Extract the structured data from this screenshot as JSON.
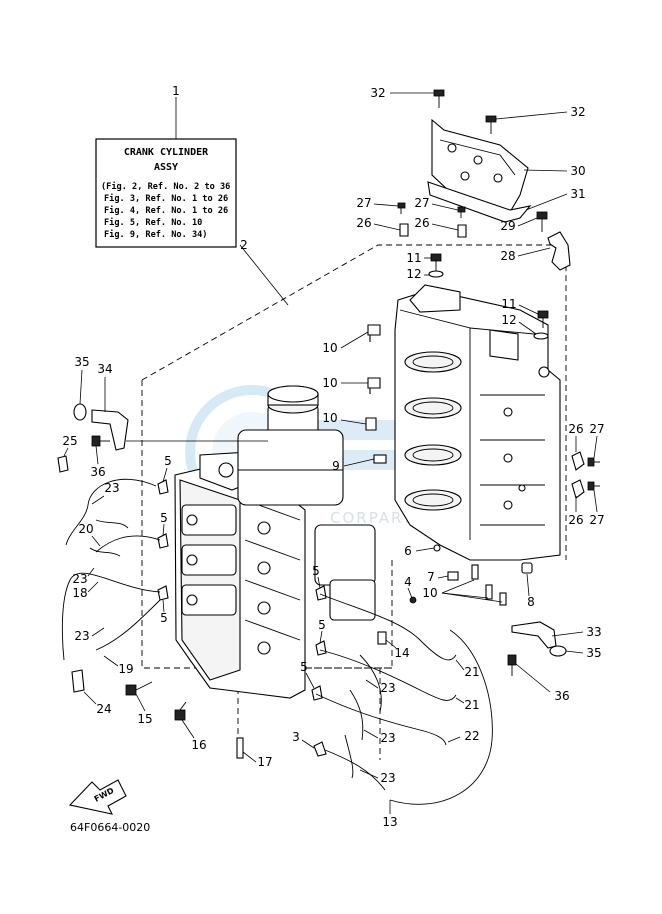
{
  "info_box": {
    "title_line1": "CRANK CYLINDER",
    "title_line2": "ASSY",
    "refs": [
      "(Fig. 2, Ref. No. 2 to 36",
      "Fig. 3, Ref. No. 1 to 26",
      "Fig. 4, Ref. No. 1 to 26",
      "Fig. 5, Ref. No. 10",
      "Fig. 9, Ref. No. 34)"
    ]
  },
  "fwd_label": "FWD",
  "diagram_code": "64F0664-0020",
  "watermark_text": "CORPARTS",
  "callouts": {
    "c1": "1",
    "c2": "2",
    "c3": "3",
    "c4": "4",
    "c5a": "5",
    "c5b": "5",
    "c5c": "5",
    "c5d": "5",
    "c5e": "5",
    "c5f": "5",
    "c6": "6",
    "c7": "7",
    "c8": "8",
    "c9": "9",
    "c10a": "10",
    "c10b": "10",
    "c10c": "10",
    "c10d": "10",
    "c11a": "11",
    "c11b": "11",
    "c12a": "12",
    "c12b": "12",
    "c13": "13",
    "c14": "14",
    "c15": "15",
    "c16": "16",
    "c17": "17",
    "c18": "18",
    "c19": "19",
    "c20": "20",
    "c21a": "21",
    "c21b": "21",
    "c22": "22",
    "c23a": "23",
    "c23b": "23",
    "c23c": "23",
    "c23d": "23",
    "c23e": "23",
    "c23f": "23",
    "c24": "24",
    "c25": "25",
    "c26a": "26",
    "c26b": "26",
    "c26c": "26",
    "c26d": "26",
    "c27a": "27",
    "c27b": "27",
    "c27c": "27",
    "c27d": "27",
    "c28": "28",
    "c29": "29",
    "c30": "30",
    "c31": "31",
    "c32a": "32",
    "c32b": "32",
    "c33": "33",
    "c34": "34",
    "c35a": "35",
    "c35b": "35",
    "c36a": "36",
    "c36b": "36"
  }
}
